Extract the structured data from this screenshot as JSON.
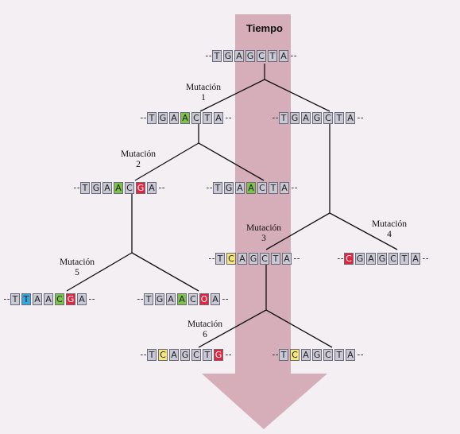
{
  "title": "Tiempo",
  "colors": {
    "arrow": "#c48a9b",
    "base_default": "#c9c9d6",
    "base_mutation_green": "#7dc24a",
    "base_mutation_red": "#e3243e",
    "base_mutation_yellow": "#f4e77a",
    "base_mutation_blue": "#36a7de"
  },
  "mutations": [
    {
      "word": "Mutación",
      "num": "1"
    },
    {
      "word": "Mutación",
      "num": "2"
    },
    {
      "word": "Mutación",
      "num": "3"
    },
    {
      "word": "Mutación",
      "num": "4"
    },
    {
      "word": "Mutación",
      "num": "5"
    },
    {
      "word": "Mutación",
      "num": "6"
    }
  ],
  "sequences": {
    "root": [
      {
        "b": "T"
      },
      {
        "b": "G"
      },
      {
        "b": "A"
      },
      {
        "b": "G"
      },
      {
        "b": "C"
      },
      {
        "b": "T"
      },
      {
        "b": "A"
      }
    ],
    "l1_left": [
      {
        "b": "T"
      },
      {
        "b": "G"
      },
      {
        "b": "A"
      },
      {
        "b": "A",
        "c": "green"
      },
      {
        "b": "C"
      },
      {
        "b": "T"
      },
      {
        "b": "A"
      }
    ],
    "l1_right": [
      {
        "b": "T"
      },
      {
        "b": "G"
      },
      {
        "b": "A"
      },
      {
        "b": "G"
      },
      {
        "b": "C"
      },
      {
        "b": "T"
      },
      {
        "b": "A"
      }
    ],
    "l2_left": [
      {
        "b": "T"
      },
      {
        "b": "G"
      },
      {
        "b": "A"
      },
      {
        "b": "A",
        "c": "green"
      },
      {
        "b": "C"
      },
      {
        "b": "G",
        "c": "red"
      },
      {
        "b": "A"
      }
    ],
    "l2_mid": [
      {
        "b": "T"
      },
      {
        "b": "G"
      },
      {
        "b": "A"
      },
      {
        "b": "A",
        "c": "green"
      },
      {
        "b": "C"
      },
      {
        "b": "T"
      },
      {
        "b": "A"
      }
    ],
    "l3_mid": [
      {
        "b": "T"
      },
      {
        "b": "C",
        "c": "yellow"
      },
      {
        "b": "A"
      },
      {
        "b": "G"
      },
      {
        "b": "C"
      },
      {
        "b": "T"
      },
      {
        "b": "A"
      }
    ],
    "l3_right": [
      {
        "b": "C",
        "c": "red"
      },
      {
        "b": "G"
      },
      {
        "b": "A"
      },
      {
        "b": "G"
      },
      {
        "b": "C"
      },
      {
        "b": "T"
      },
      {
        "b": "A"
      }
    ],
    "l4_left": [
      {
        "b": "T"
      },
      {
        "b": "T",
        "c": "blue"
      },
      {
        "b": "A"
      },
      {
        "b": "A"
      },
      {
        "b": "C",
        "c": "green"
      },
      {
        "b": "G",
        "c": "red"
      },
      {
        "b": "A"
      }
    ],
    "l4_mid": [
      {
        "b": "T"
      },
      {
        "b": "G"
      },
      {
        "b": "A"
      },
      {
        "b": "A",
        "c": "green"
      },
      {
        "b": "C"
      },
      {
        "b": "O",
        "c": "red"
      },
      {
        "b": "A"
      }
    ],
    "l5_left": [
      {
        "b": "T"
      },
      {
        "b": "C",
        "c": "yellow"
      },
      {
        "b": "A"
      },
      {
        "b": "G"
      },
      {
        "b": "C"
      },
      {
        "b": "T"
      },
      {
        "b": "G",
        "c": "red"
      }
    ],
    "l5_right": [
      {
        "b": "T"
      },
      {
        "b": "C",
        "c": "yellow"
      },
      {
        "b": "A"
      },
      {
        "b": "G"
      },
      {
        "b": "C"
      },
      {
        "b": "T"
      },
      {
        "b": "A"
      }
    ]
  }
}
